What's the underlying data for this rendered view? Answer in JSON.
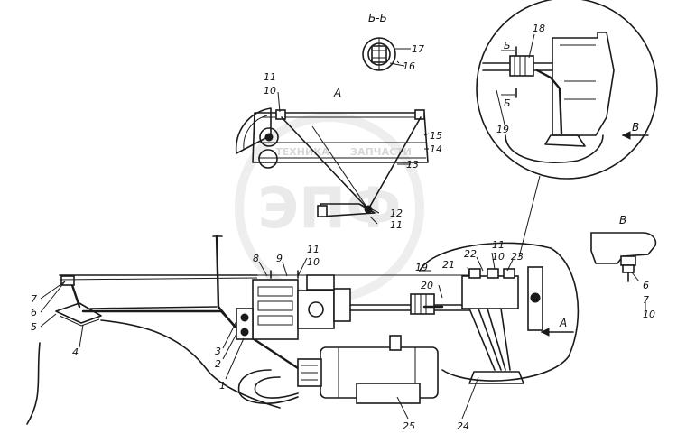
{
  "view_labels": {
    "section_bb": "Б-Б",
    "view_a_top": "А",
    "view_a_right": "А",
    "view_b_detail": "В",
    "view_b_arrow": "В",
    "section_mark_upper": "Б",
    "section_mark_lower": "Б"
  },
  "part_numbers": {
    "p1": "1",
    "p2": "2",
    "p3": "3",
    "p4": "4",
    "p5": "5",
    "p6_left": "6",
    "p6_right": "6",
    "p7_left": "7",
    "p7_right": "7",
    "p8": "8",
    "p9": "9",
    "p10_top": "10",
    "p10_mid": "10",
    "p10_right": "10",
    "p10_b": "10",
    "p11_top": "11",
    "p11_mid": "11",
    "p11_right": "11",
    "p11_ped": "11",
    "p12": "12",
    "p13": "13",
    "p14": "14",
    "p15": "15",
    "p16": "16",
    "p17": "17",
    "p18": "18",
    "p19_main": "19",
    "p19_inset": "19",
    "p20": "20",
    "p21": "21",
    "p22": "22",
    "p23": "23",
    "p24": "24",
    "p25": "25"
  },
  "watermark": {
    "letters": "ЭПФ",
    "caption_left": "ТЕХНИКА",
    "caption_right": "ЗАПЧАСТИ"
  }
}
